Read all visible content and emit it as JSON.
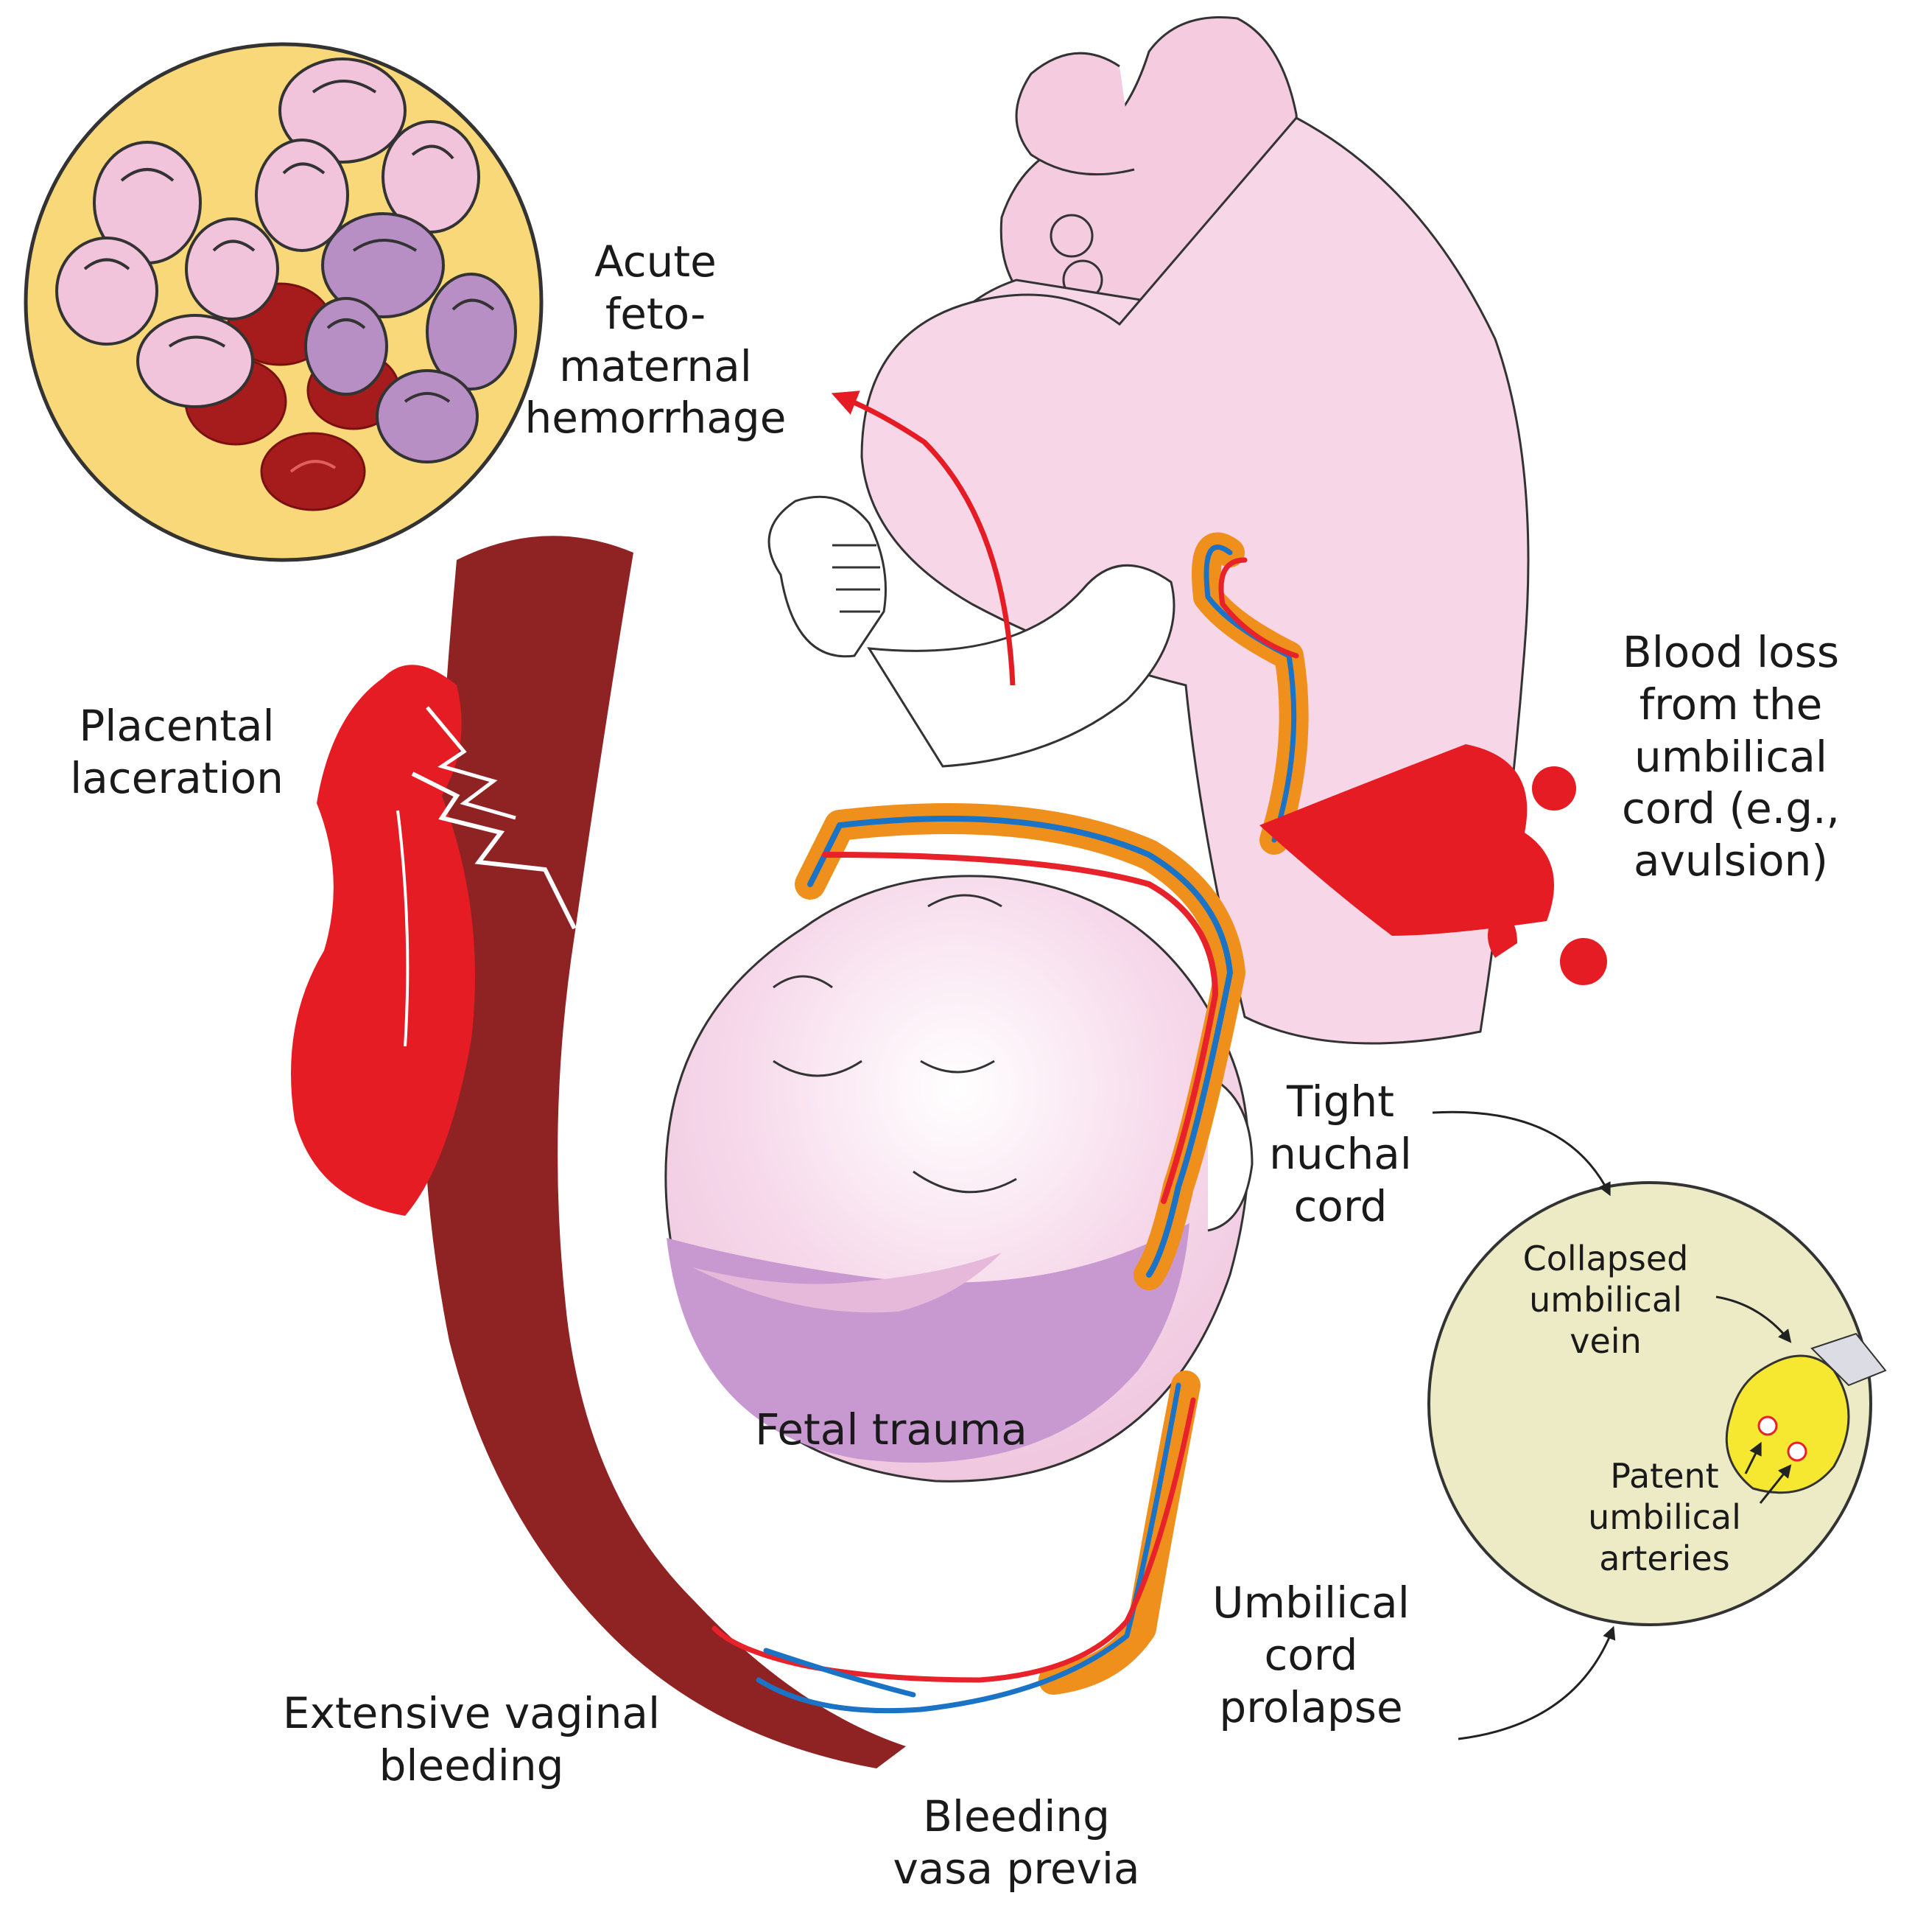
{
  "labels": {
    "acute_fmh": [
      "Acute",
      "feto-",
      "maternal",
      "hemorrhage"
    ],
    "placental_laceration": [
      "Placental",
      "laceration"
    ],
    "blood_loss_cord": [
      "Blood loss",
      "from the",
      "umbilical",
      "cord (e.g.,",
      "avulsion)"
    ],
    "tight_nuchal_cord": [
      "Tight",
      "nuchal",
      "cord"
    ],
    "fetal_trauma": "Fetal trauma",
    "umbilical_cord_prolapse": [
      "Umbilical",
      "cord",
      "prolapse"
    ],
    "extensive_vaginal_bleeding": [
      "Extensive vaginal",
      "bleeding"
    ],
    "bleeding_vasa_previa": [
      "Bleeding",
      "vasa previa"
    ],
    "collapsed_umbilical_vein": [
      "Collapsed",
      "umbilical",
      "vein"
    ],
    "patent_umbilical_arteries": [
      "Patent",
      "umbilical",
      "arteries"
    ]
  },
  "colors": {
    "plasma_yellow": "#f8d878",
    "rbc_pink": "#f2c4dc",
    "rbc_purple": "#b88fc4",
    "rbc_red": "#a61c1c",
    "placenta_maroon": "#8f2323",
    "bleed_red": "#e51c24",
    "cord_orange": "#f0901c",
    "artery_red": "#e8222a",
    "vein_blue": "#1b73c6",
    "skin_pink": "#f7d6e8",
    "head_purple": "#c898d0",
    "inset_bg": "#ecebc6"
  }
}
